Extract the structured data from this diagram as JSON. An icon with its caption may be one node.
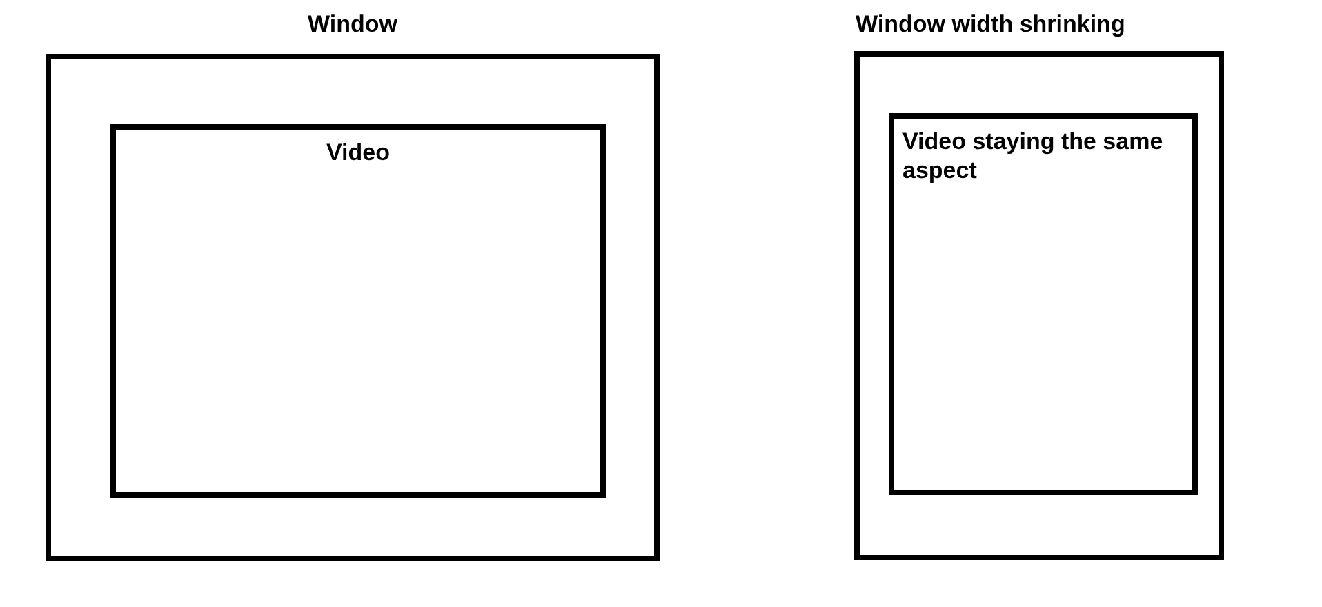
{
  "diagram": {
    "nodes": [
      {
        "text": [
          "Window"
        ]
      },
      {
        "text": [
          "Video"
        ],
        "in": 0
      },
      {
        "text": [
          "Window width shrinking"
        ]
      },
      {
        "text": [
          "Video staying the same aspect"
        ],
        "in": 2
      }
    ]
  }
}
